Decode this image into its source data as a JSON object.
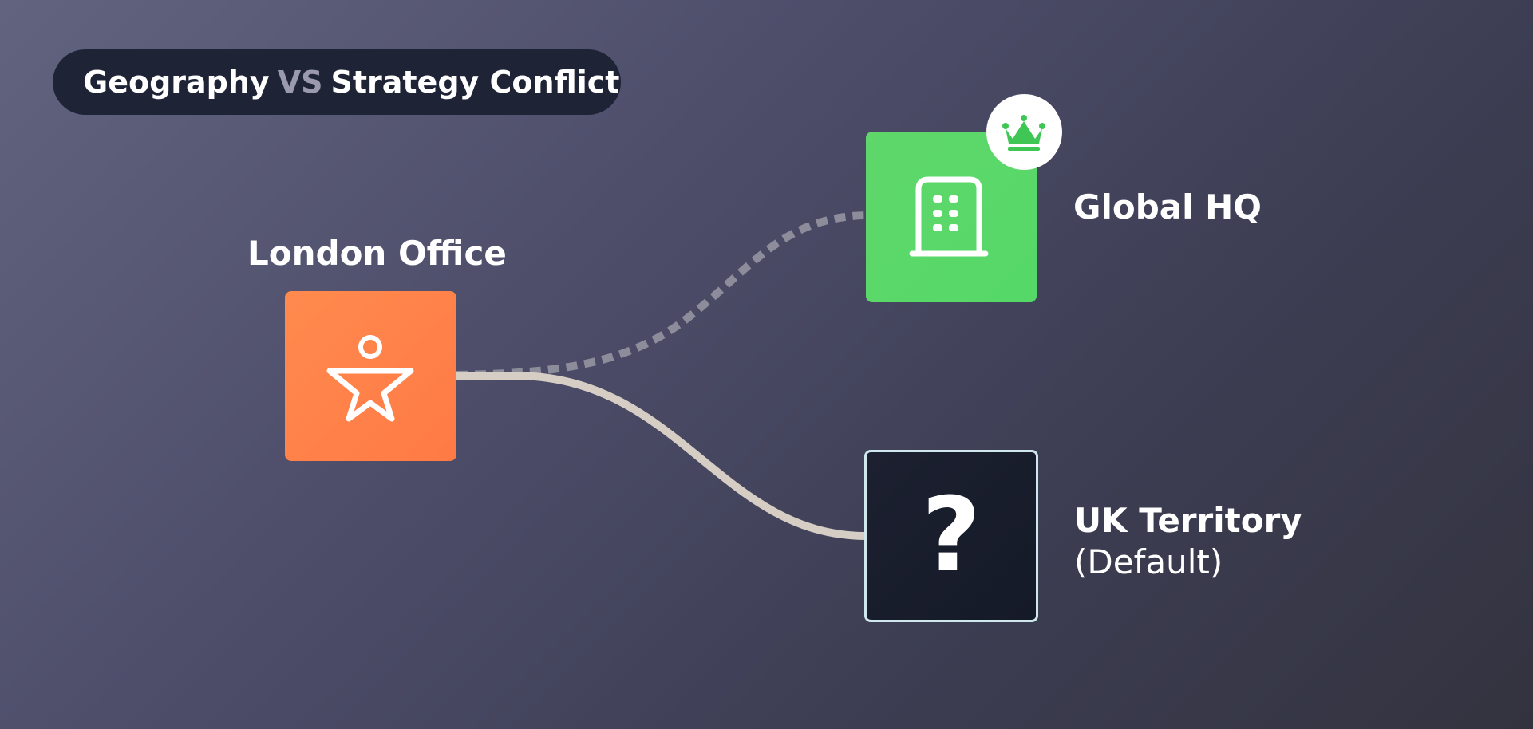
{
  "title": {
    "part_a": "Geography",
    "vs": "VS",
    "part_b": "Strategy Conflict"
  },
  "nodes": {
    "london": {
      "label": "London Office",
      "icon": "person-star-icon",
      "color": "#ff7f48"
    },
    "hq": {
      "label": "Global HQ",
      "icon": "building-icon",
      "badge_icon": "crown-icon",
      "color": "#5ad86a"
    },
    "uk": {
      "label": "UK Territory",
      "sublabel": "(Default)",
      "icon": "question-mark-icon",
      "glyph": "?",
      "color": "#171b2a"
    }
  },
  "edges": [
    {
      "from": "London Office",
      "to": "Global HQ",
      "style": "dashed"
    },
    {
      "from": "London Office",
      "to": "UK Territory",
      "style": "solid"
    }
  ]
}
